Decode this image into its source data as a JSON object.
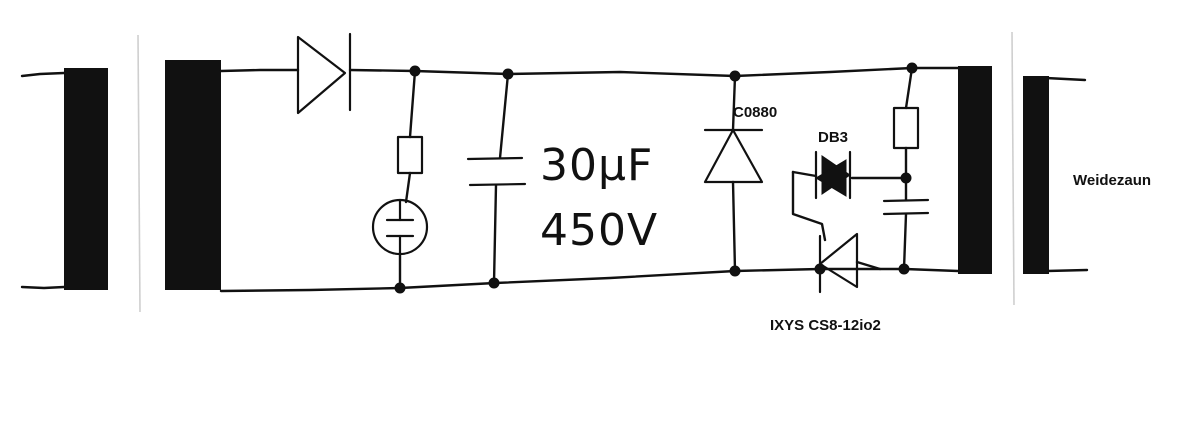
{
  "labels": {
    "capacitor_value": "30µF",
    "capacitor_voltage": "450V",
    "diode_part": "C0880",
    "diac_part": "DB3",
    "thyristor_part": "IXYS CS8-12io2",
    "output_name": "Weidezaun"
  },
  "colors": {
    "ink": "#111111",
    "paper": "#ffffff",
    "divider": "#cfcfcf"
  },
  "icons": [
    "transformer-core",
    "rectifier-diode",
    "resistor",
    "glow-lamp",
    "capacitor",
    "flyback-diode",
    "diac",
    "thyristor"
  ]
}
